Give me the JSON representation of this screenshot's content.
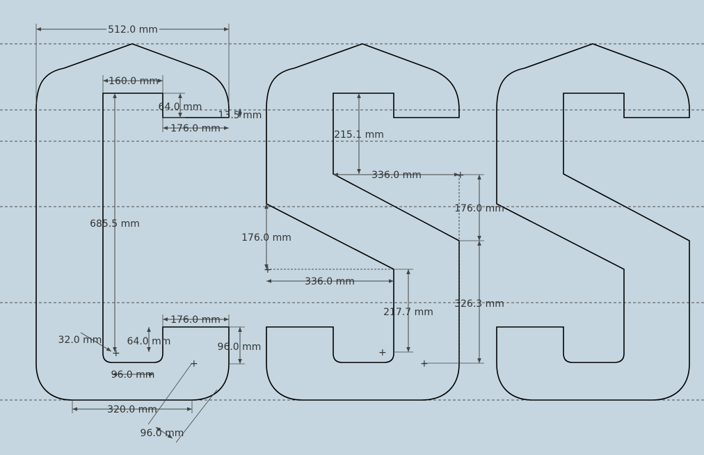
{
  "colors": {
    "background": "#c5d6e0",
    "outline": "#000000",
    "dimension": "#444444",
    "text": "#333333"
  },
  "glyphs": [
    "C",
    "S",
    "S"
  ],
  "dimensions": {
    "overall_width": "512.0 mm",
    "inner_width": "160.0 mm",
    "notch_depth": "64.0 mm",
    "top_arm_width": "176.0 mm",
    "shoulder_drop": "13.5 mm",
    "inner_height": "685.5 mm",
    "bottom_arm_width": "176.0 mm",
    "inner_radius": "32.0 mm",
    "bottom_notch_depth": "64.0 mm",
    "bottom_arm_depth": "96.0 mm",
    "inner_bottom_width": "96.0 mm",
    "bottom_flat_width": "320.0 mm",
    "outer_radius": "96.0 mm",
    "s_upper_drop": "215.1 mm",
    "s_upper_span": "336.0 mm",
    "s_right_rise": "176.0 mm",
    "s_left_rise": "176.0 mm",
    "s_lower_span": "336.0 mm",
    "s_lower_drop": "217.7 mm",
    "s_right_height": "326.3 mm"
  }
}
